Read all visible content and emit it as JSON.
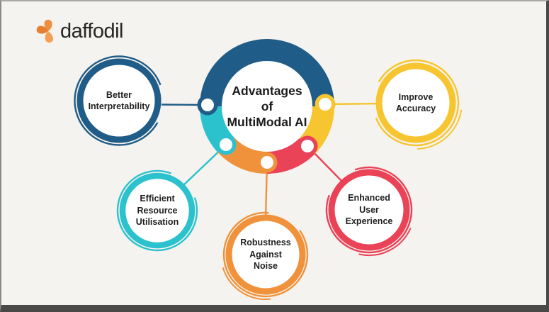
{
  "logo": {
    "text": "daffodil"
  },
  "title": {
    "text": "Advantages\nof\nMultiModal AI"
  },
  "advantages": [
    {
      "label": "Better\nInterpretability",
      "color": "#1f5c87"
    },
    {
      "label": "Improve\nAccuracy",
      "color": "#f6c52f"
    },
    {
      "label": "Efficient\nResource\nUtilisation",
      "color": "#2cc2cd"
    },
    {
      "label": "Robustness\nAgainst\nNoise",
      "color": "#f0923b"
    },
    {
      "label": "Enhanced\nUser\nExperience",
      "color": "#ea4256"
    }
  ],
  "colors": {
    "background": "#f5f3ef",
    "frame": "#4a4947",
    "text": "#1e1e1e",
    "logo_orange": "#ed8a3a",
    "white": "#ffffff"
  }
}
